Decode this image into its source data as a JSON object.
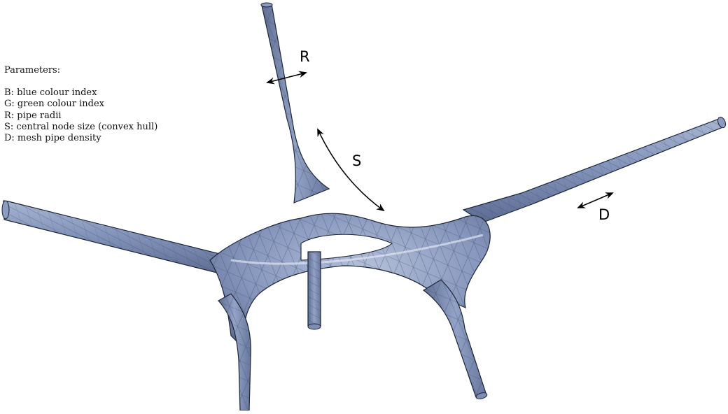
{
  "legend": {
    "title": "Parameters:",
    "items": [
      "B: blue colour index",
      "G: green colour index",
      "R: pipe radii",
      "S: central node size (convex hull)",
      "D: mesh pipe density"
    ]
  },
  "dimension_labels": {
    "r": "R",
    "s": "S",
    "d": "D"
  },
  "colors": {
    "mesh_fill": "#7f91b7",
    "mesh_edge": "#1c2436",
    "wire": "#3a4661",
    "annotation": "#000000"
  }
}
